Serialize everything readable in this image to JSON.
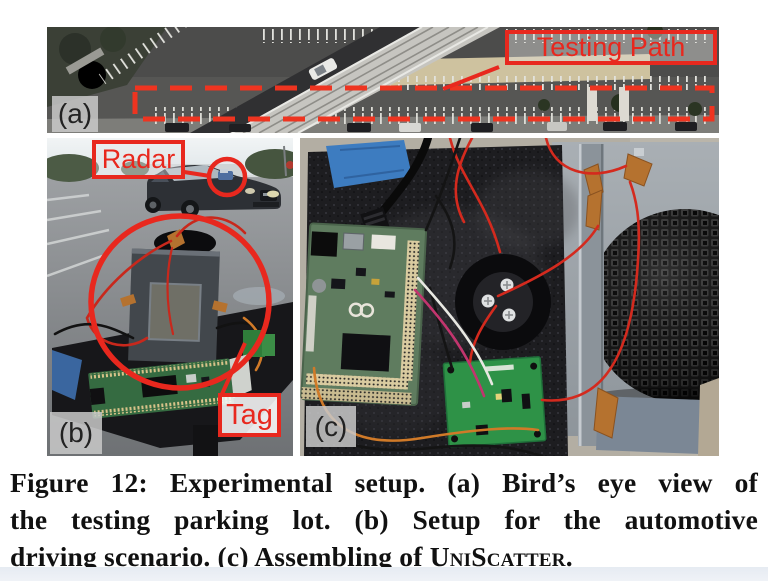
{
  "figure": {
    "panels": {
      "a": {
        "label": "(a)",
        "annotation": "Testing Path"
      },
      "b": {
        "label": "(b)",
        "annotation_radar": "Radar",
        "annotation_tag": "Tag"
      },
      "c": {
        "label": "(c)"
      }
    },
    "caption": {
      "line1": "Figure 12: Experimental setup. (a) Bird’s eye view of",
      "line2": "the testing parking lot. (b) Setup for the automotive",
      "line3_pre": "driving scenario. (c) Assembling of ",
      "line3_brand": "UniScatter",
      "line3_post": "."
    },
    "colors": {
      "annotation_red": "#e8281e",
      "dash_red": "#ee3420",
      "corner_label_bg": "#c9c9c9"
    }
  }
}
